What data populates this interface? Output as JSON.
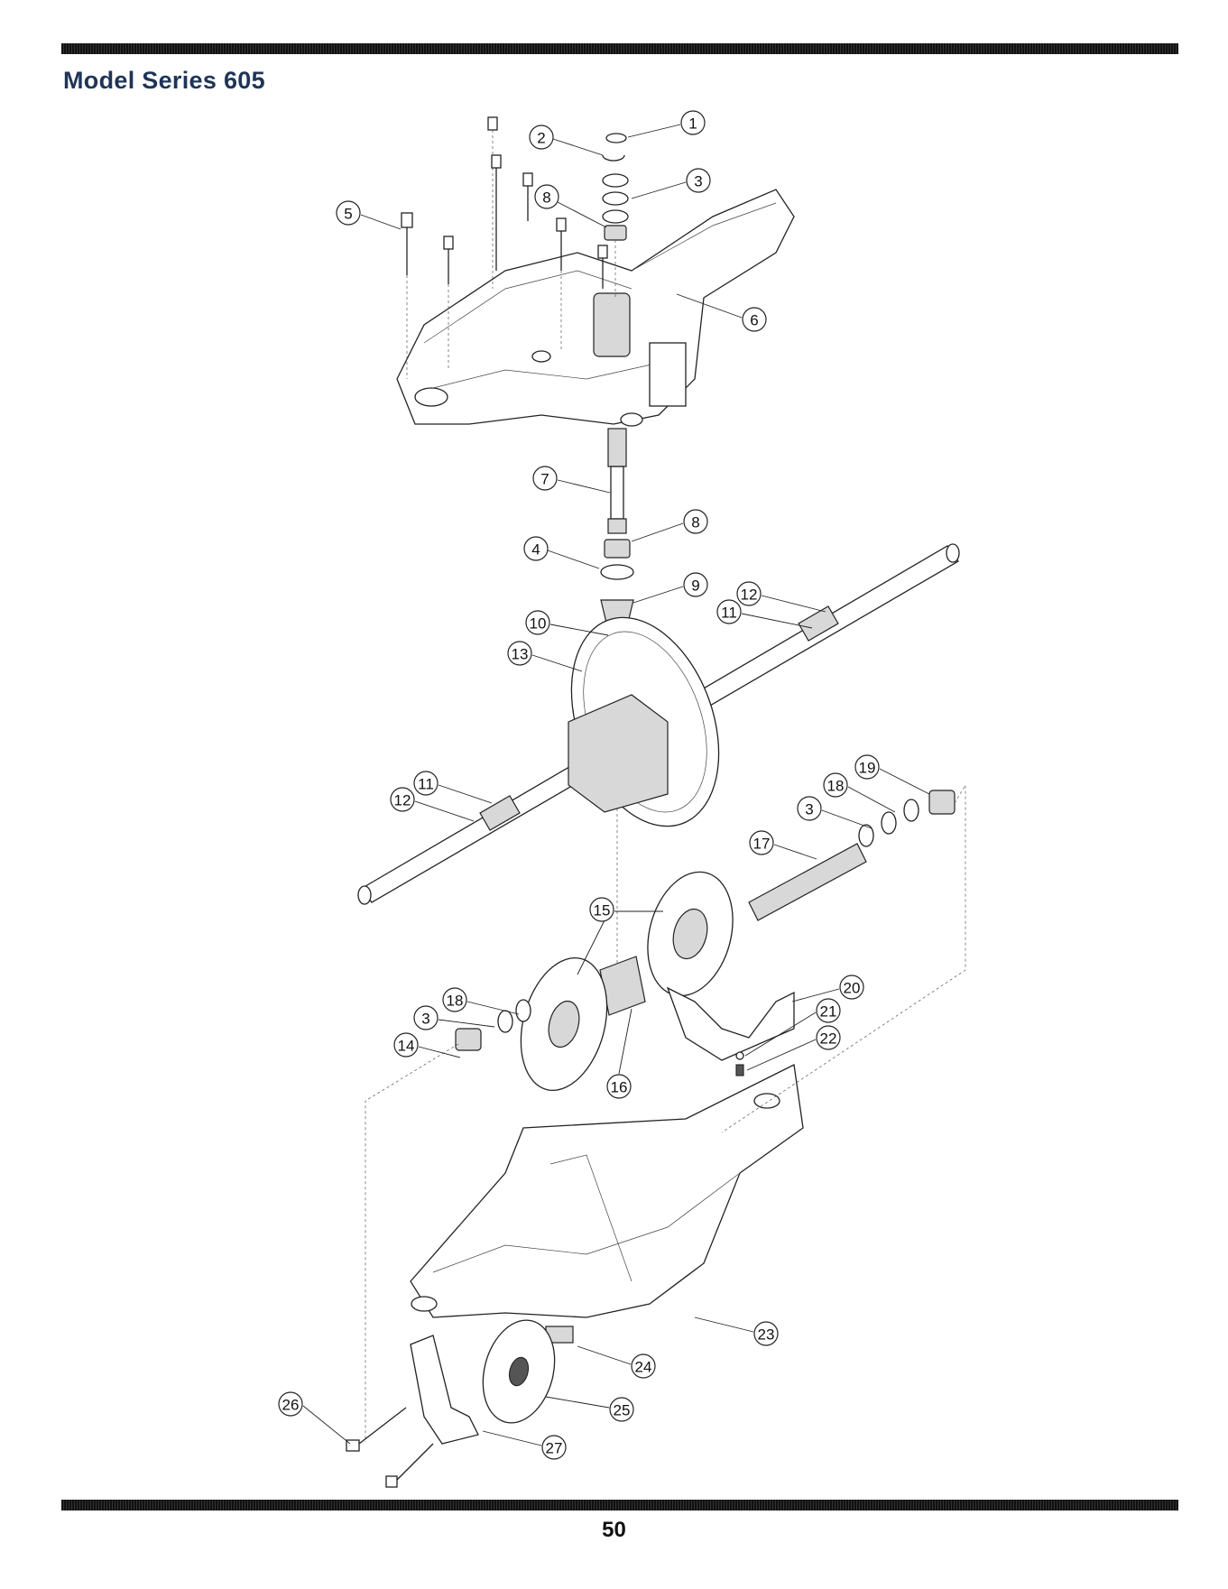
{
  "header": {
    "title": "Model Series 605"
  },
  "footer": {
    "page_number": "50"
  },
  "callouts": [
    {
      "label": "1"
    },
    {
      "label": "2"
    },
    {
      "label": "3"
    },
    {
      "label": "8"
    },
    {
      "label": "5"
    },
    {
      "label": "6"
    },
    {
      "label": "7"
    },
    {
      "label": "8"
    },
    {
      "label": "4"
    },
    {
      "label": "9"
    },
    {
      "label": "12"
    },
    {
      "label": "11"
    },
    {
      "label": "10"
    },
    {
      "label": "13"
    },
    {
      "label": "19"
    },
    {
      "label": "11"
    },
    {
      "label": "12"
    },
    {
      "label": "18"
    },
    {
      "label": "3"
    },
    {
      "label": "17"
    },
    {
      "label": "15"
    },
    {
      "label": "20"
    },
    {
      "label": "18"
    },
    {
      "label": "3"
    },
    {
      "label": "21"
    },
    {
      "label": "22"
    },
    {
      "label": "14"
    },
    {
      "label": "16"
    },
    {
      "label": "23"
    },
    {
      "label": "24"
    },
    {
      "label": "26"
    },
    {
      "label": "25"
    },
    {
      "label": "27"
    }
  ]
}
